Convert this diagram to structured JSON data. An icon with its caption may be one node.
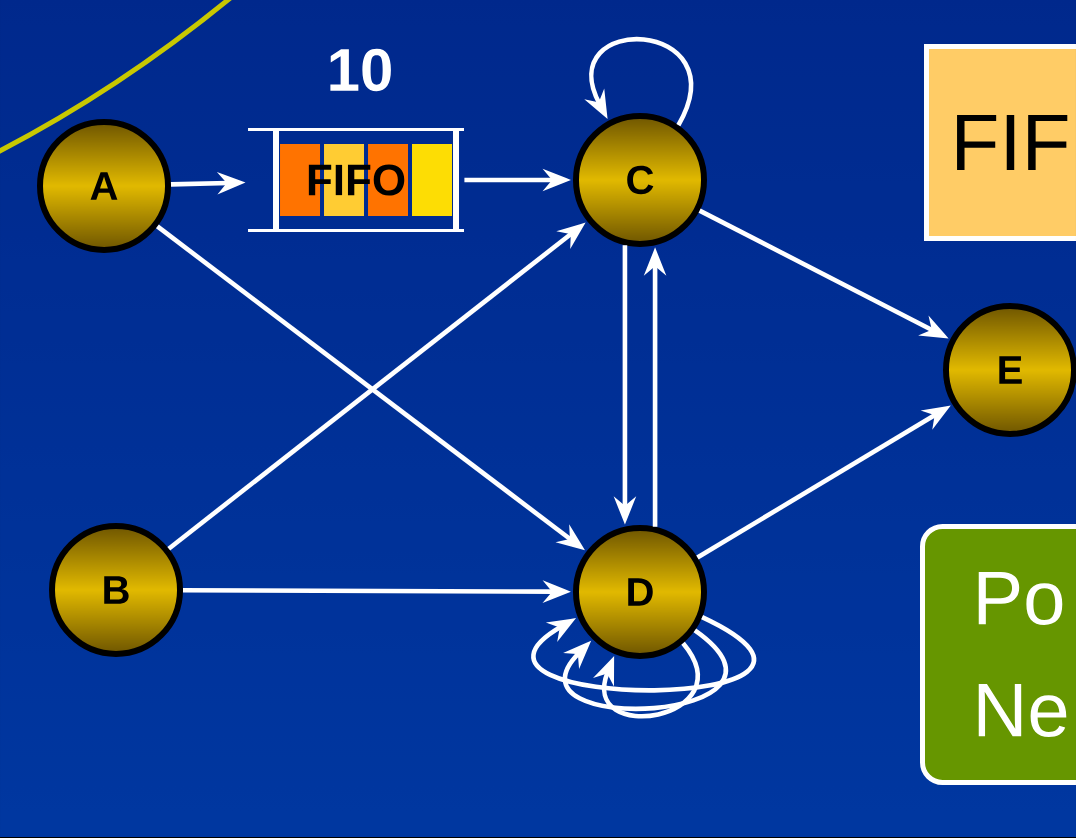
{
  "diagram": {
    "nodes": [
      {
        "text": [
          "A"
        ]
      },
      {
        "text": [
          "B"
        ]
      },
      {
        "text": [
          "FIFO"
        ],
        "beside": [
          "10"
        ]
      },
      {
        "text": [
          "C"
        ]
      },
      {
        "text": [
          "D"
        ]
      },
      {
        "text": [
          "E"
        ]
      },
      {
        "text": [
          "FIF"
        ]
      },
      {
        "text": [
          "Po Ne"
        ]
      }
    ],
    "edges": [
      {
        "from": 0,
        "to": 2,
        "arrow": "to"
      },
      {
        "from": 2,
        "to": 3,
        "arrow": "to"
      },
      {
        "from": 3,
        "to": 3,
        "arrow": "to"
      },
      {
        "from": 0,
        "to": 4,
        "arrow": "to"
      },
      {
        "from": 1,
        "to": 3,
        "arrow": "to"
      },
      {
        "from": 1,
        "to": 4,
        "arrow": "to"
      },
      {
        "from": 3,
        "to": 4,
        "arrow": "to"
      },
      {
        "from": 4,
        "to": 3,
        "arrow": "to"
      },
      {
        "from": 3,
        "to": 5,
        "arrow": "to"
      },
      {
        "from": 4,
        "to": 5,
        "arrow": "to"
      },
      {
        "from": 4,
        "to": 4,
        "arrow": "to"
      },
      {
        "from": 4,
        "to": 4,
        "arrow": "to"
      },
      {
        "from": 4,
        "to": 4,
        "arrow": "to"
      }
    ]
  }
}
